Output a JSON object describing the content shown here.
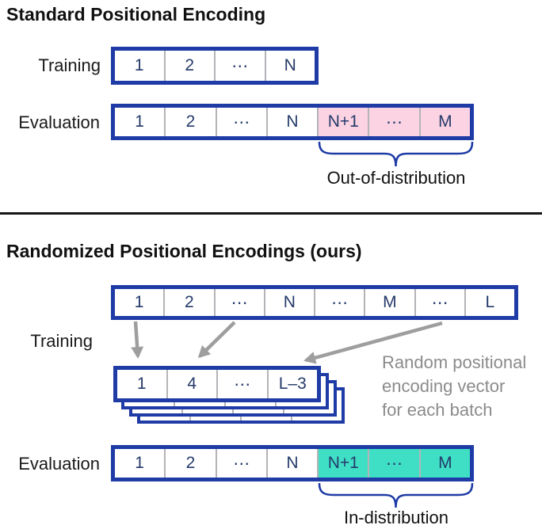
{
  "colors": {
    "navy": "#1e3ba6",
    "cell_text": "#253a6a",
    "pink_highlight": "#fbd3e3",
    "teal_highlight": "#3fdfc6",
    "gray_note": "#8b8b8b",
    "arrow_gray": "#9e9e9e"
  },
  "standard": {
    "title": "Standard Positional Encoding",
    "training_label": "Training",
    "evaluation_label": "Evaluation",
    "training_cells": [
      {
        "t": "1"
      },
      {
        "t": "2"
      },
      {
        "t": "⋯"
      },
      {
        "t": "N"
      }
    ],
    "evaluation_cells": [
      {
        "t": "1"
      },
      {
        "t": "2"
      },
      {
        "t": "⋯"
      },
      {
        "t": "N"
      },
      {
        "t": "N+1",
        "hl": "pink"
      },
      {
        "t": "⋯",
        "hl": "pink"
      },
      {
        "t": "M",
        "hl": "pink"
      }
    ],
    "brace_label": "Out-of-distribution"
  },
  "randomized": {
    "title": "Randomized Positional Encodings (ours)",
    "training_label": "Training",
    "evaluation_label": "Evaluation",
    "sequence_cells": [
      {
        "t": "1"
      },
      {
        "t": "2"
      },
      {
        "t": "⋯"
      },
      {
        "t": "N"
      },
      {
        "t": "⋯"
      },
      {
        "t": "M"
      },
      {
        "t": "⋯"
      },
      {
        "t": "L"
      }
    ],
    "batch_cells": [
      {
        "t": "1"
      },
      {
        "t": "4"
      },
      {
        "t": "⋯"
      },
      {
        "t": "L–3"
      }
    ],
    "note_lines": [
      "Random positional",
      "encoding vector",
      "for each batch"
    ],
    "evaluation_cells": [
      {
        "t": "1"
      },
      {
        "t": "2"
      },
      {
        "t": "⋯"
      },
      {
        "t": "N"
      },
      {
        "t": "N+1",
        "hl": "teal"
      },
      {
        "t": "⋯",
        "hl": "teal"
      },
      {
        "t": "M",
        "hl": "teal"
      }
    ],
    "brace_label": "In-distribution"
  }
}
